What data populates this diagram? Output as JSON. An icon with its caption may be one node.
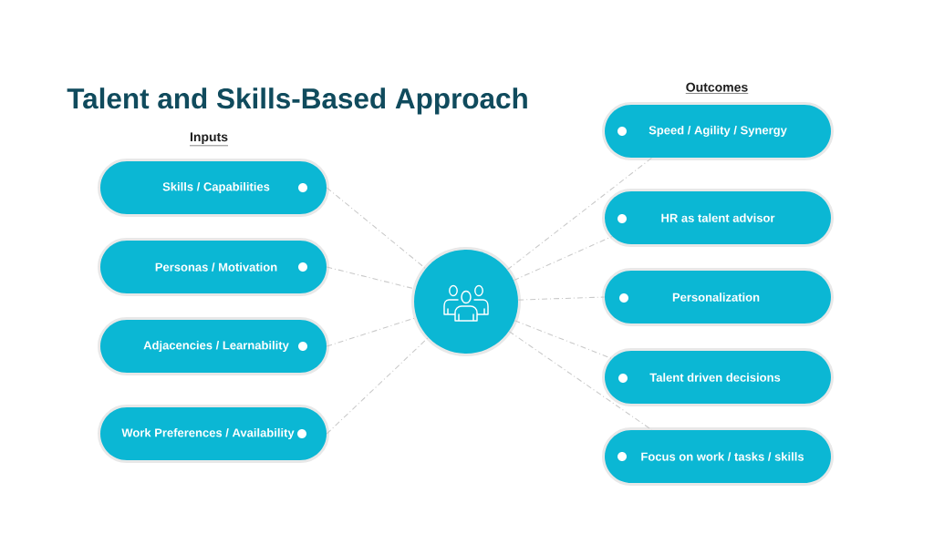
{
  "diagram": {
    "title": "Talent and Skills-Based Approach",
    "nodes": [
      {
        "text": [
          "Skills / Capabilities"
        ]
      },
      {
        "text": [
          "Personas / Motivation"
        ]
      },
      {
        "text": [
          "Adjacencies / Learnability"
        ]
      },
      {
        "text": [
          "Work Preferences / Availability"
        ]
      },
      {
        "text": [],
        "shape": "circle"
      },
      {
        "text": [
          "Speed / Agility / Synergy"
        ]
      },
      {
        "text": [
          "HR as talent advisor"
        ]
      },
      {
        "text": [
          "Personalization"
        ]
      },
      {
        "text": [
          "Talent driven decisions"
        ]
      },
      {
        "text": [
          "Focus on work / tasks / skills"
        ]
      }
    ],
    "edges": [
      {
        "from": 0,
        "to": 4,
        "arrow": "none",
        "style": "dashed"
      },
      {
        "from": 1,
        "to": 4,
        "arrow": "none",
        "style": "dashed"
      },
      {
        "from": 2,
        "to": 4,
        "arrow": "none",
        "style": "dashed"
      },
      {
        "from": 3,
        "to": 4,
        "arrow": "none",
        "style": "dashed"
      },
      {
        "from": 4,
        "to": 5,
        "arrow": "none",
        "style": "dashed"
      },
      {
        "from": 4,
        "to": 6,
        "arrow": "none",
        "style": "dashed"
      },
      {
        "from": 4,
        "to": 7,
        "arrow": "none",
        "style": "dashed"
      },
      {
        "from": 4,
        "to": 8,
        "arrow": "none",
        "style": "dashed"
      },
      {
        "from": 4,
        "to": 9,
        "arrow": "none",
        "style": "dashed"
      }
    ],
    "labels": [
      "Inputs",
      "Outcomes"
    ]
  }
}
